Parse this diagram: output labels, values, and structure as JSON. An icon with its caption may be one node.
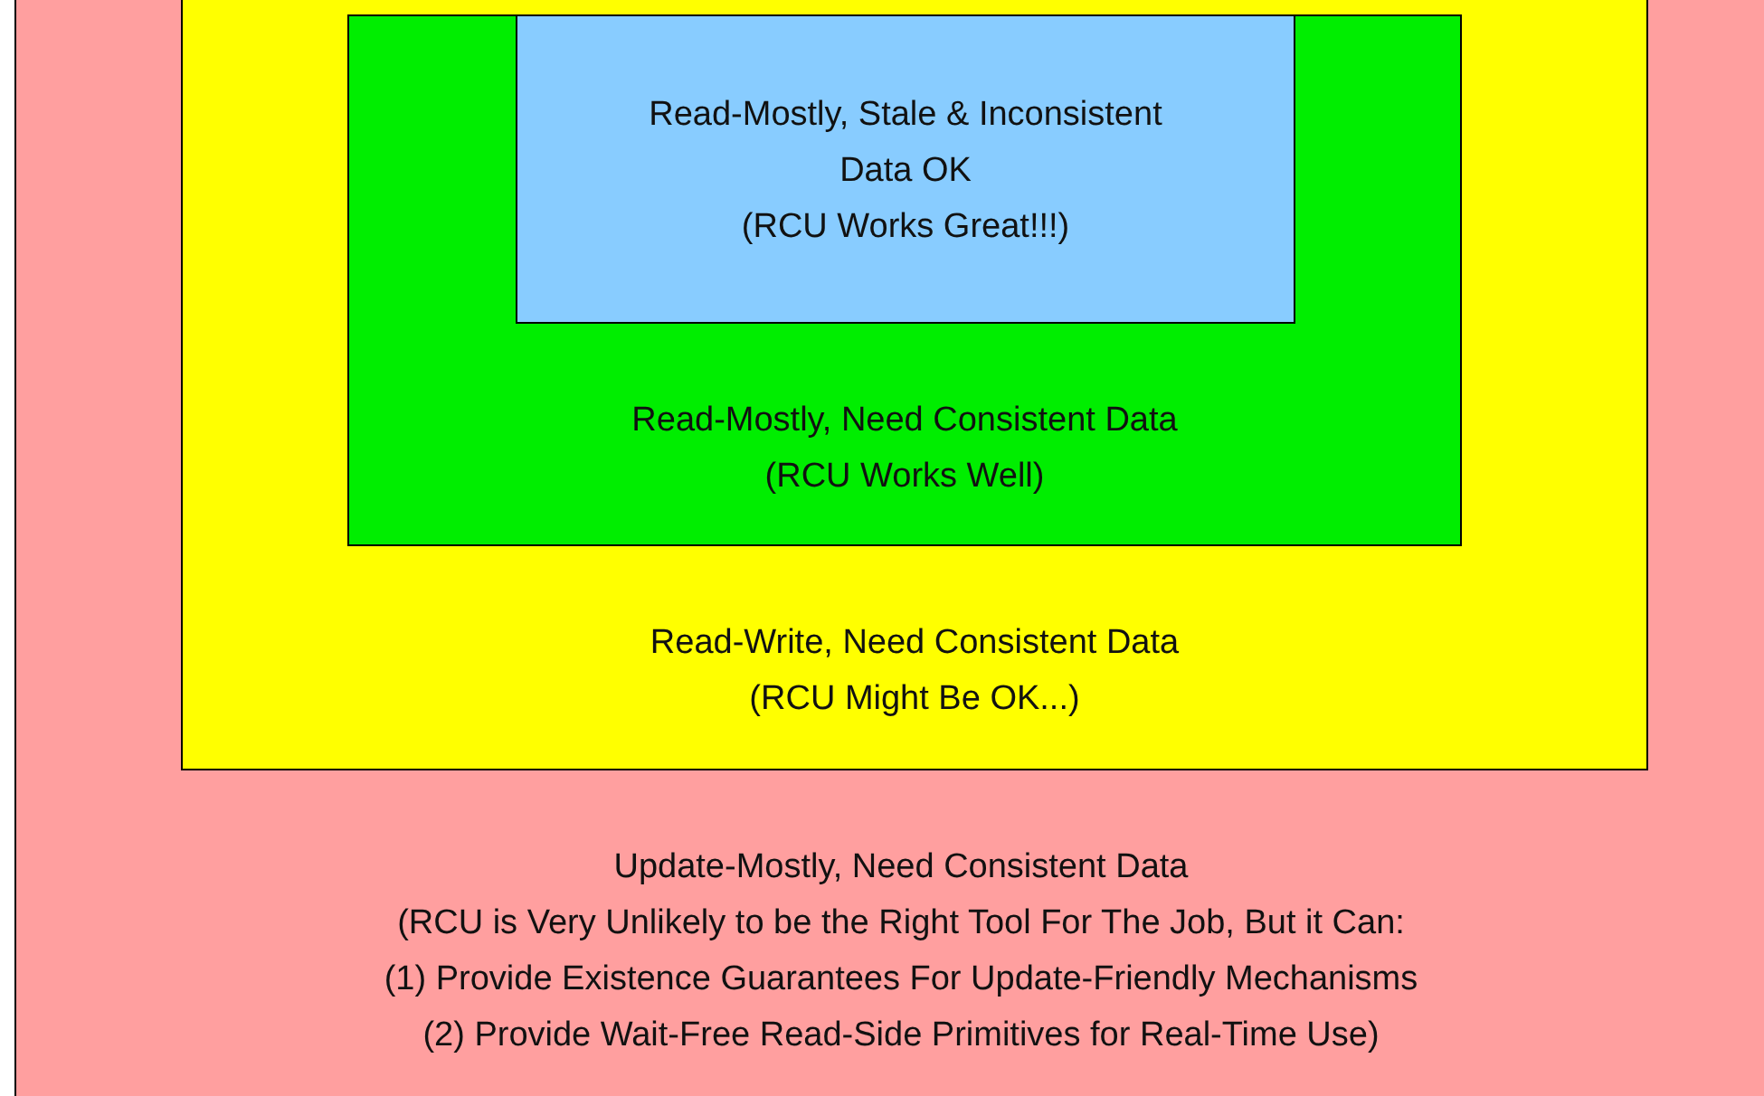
{
  "diagram": {
    "nodes": [
      {
        "text": [
          "Update-Mostly, Need Consistent Data",
          "(RCU is Very Unlikely to be the Right Tool For The Job, But it Can:",
          "(1) Provide Existence Guarantees For Update-Friendly Mechanisms",
          "(2) Provide Wait-Free Read-Side Primitives for Real-Time Use)"
        ]
      },
      {
        "text": [
          "Read-Write, Need Consistent Data",
          "(RCU Might Be OK...)"
        ],
        "in": 0
      },
      {
        "text": [
          "Read-Mostly, Need Consistent Data",
          "(RCU Works Well)"
        ],
        "in": 1
      },
      {
        "text": [
          "Read-Mostly, Stale & Inconsistent Data OK",
          "(RCU Works Great!!!)"
        ],
        "in": 2
      }
    ]
  }
}
